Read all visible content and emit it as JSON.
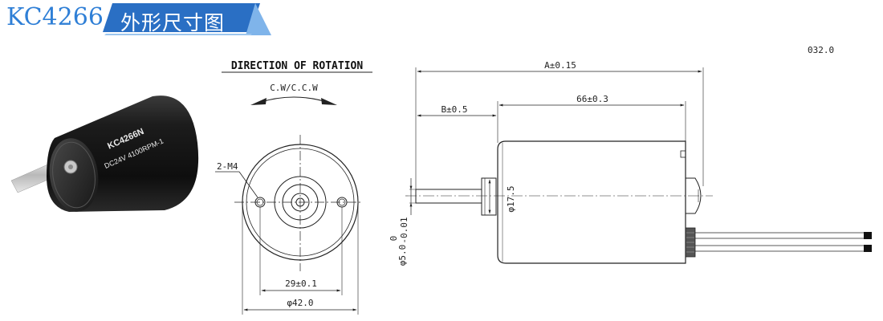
{
  "header": {
    "model": "KC4266",
    "section_title": "外形尺寸图"
  },
  "photo": {
    "label_model": "KC4266N",
    "label_spec": "DC24V  4100RPM-1"
  },
  "front_view": {
    "title": "DIRECTION OF ROTATION",
    "rotation": "C.W/C.C.W",
    "holes": "2-M4",
    "hole_spacing": "29±0.1",
    "diameter": "φ42.0"
  },
  "side_view": {
    "overall_length": "A±0.15",
    "shaft_length": "B±0.5",
    "body_length": "66±0.3",
    "boss_diameter": "φ17.5",
    "shaft_diameter": "φ5.0",
    "shaft_tol_upper": "0",
    "shaft_tol_lower": "-0.01",
    "corner_faint": "032.0"
  }
}
